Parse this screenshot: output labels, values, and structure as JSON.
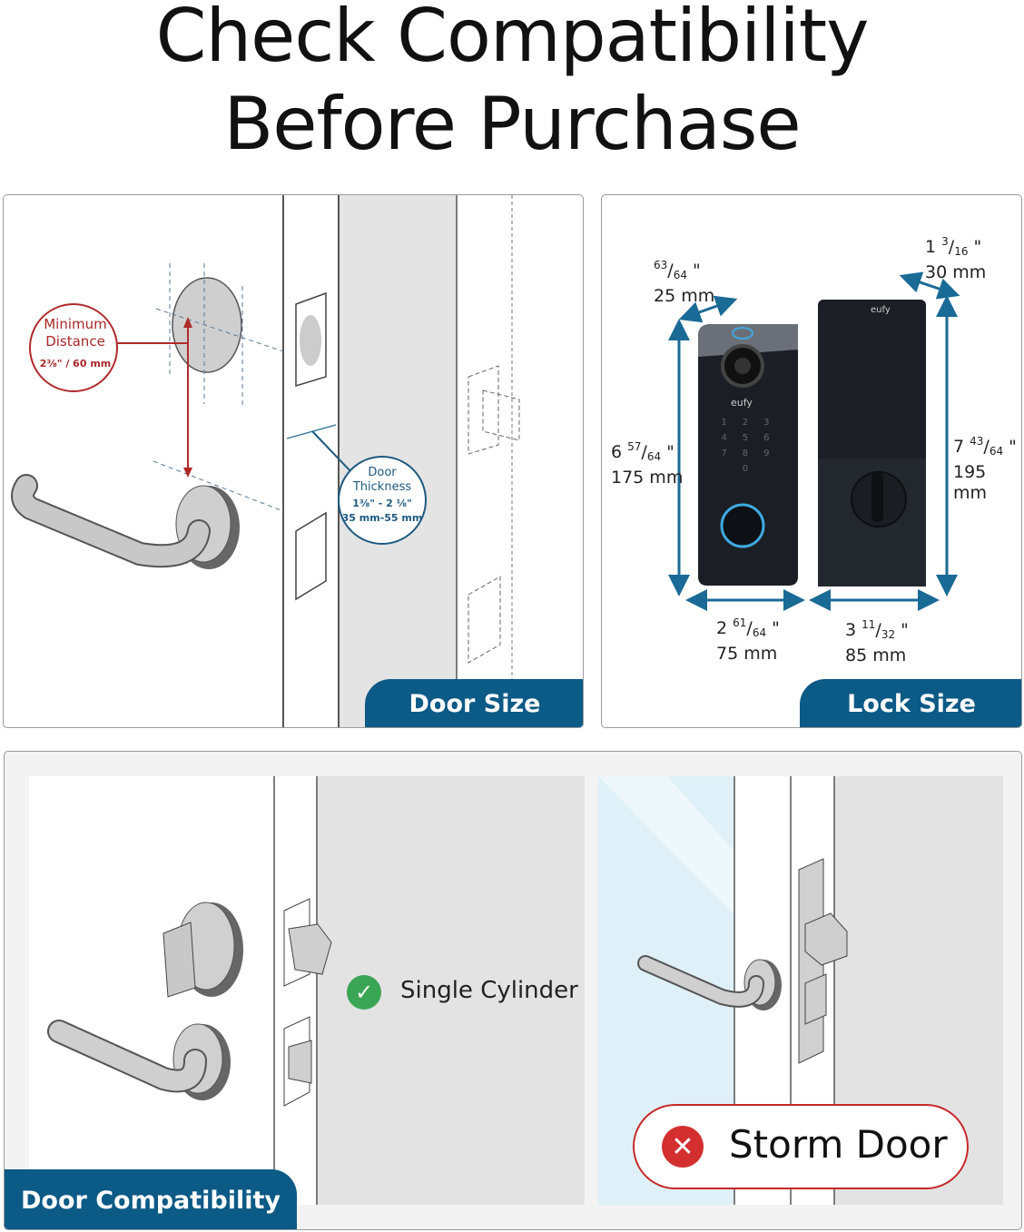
{
  "title": {
    "line1": "Check Compatibility",
    "line2": "Before Purchase"
  },
  "door_size": {
    "tab": "Door Size",
    "min_distance": {
      "line1": "Minimum",
      "line2": "Distance",
      "value": "2⅜\" / 60 mm"
    },
    "door_thickness": {
      "line1": "Door",
      "line2": "Thickness",
      "imperial": "1⅜\" - 2 ⅛\"",
      "metric": "35 mm-55 mm"
    }
  },
  "lock_size": {
    "tab": "Lock Size",
    "brand": "eufy",
    "keypad": [
      "1",
      "2",
      "3",
      "4",
      "5",
      "6",
      "7",
      "8",
      "9",
      "0"
    ],
    "front_depth": {
      "whole": "",
      "num": "63",
      "den": "64",
      "mm": "25 mm"
    },
    "front_height": {
      "whole": "6",
      "num": "57",
      "den": "64",
      "mm": "175 mm"
    },
    "front_width": {
      "whole": "2",
      "num": "61",
      "den": "64",
      "mm": "75 mm"
    },
    "back_depth": {
      "whole": "1",
      "num": "3",
      "den": "16",
      "mm": "30 mm"
    },
    "back_height": {
      "whole": "7",
      "num": "43",
      "den": "64",
      "mm": "195 mm"
    },
    "back_width": {
      "whole": "3",
      "num": "11",
      "den": "32",
      "mm": "85 mm"
    }
  },
  "door_compat": {
    "tab": "Door Compatibility",
    "ok_label": "Single Cylinder",
    "no_label": "Storm Door",
    "colors": {
      "ok": "#3aa655",
      "no": "#d32f2f",
      "accent": "#0c5a86"
    }
  }
}
